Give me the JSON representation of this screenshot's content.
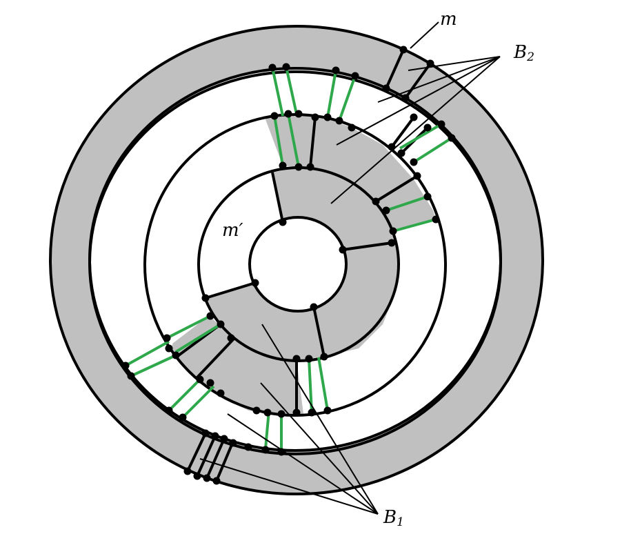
{
  "labels": {
    "m": "m",
    "m_prime": "m′",
    "b2_letter": "B",
    "b2_sub": "2",
    "b1_letter": "B",
    "b1_sub": "1"
  },
  "colors": {
    "shade": "#c0c0c0",
    "stroke": "#000000",
    "green": "#2ea84a",
    "background": "#ffffff"
  }
}
